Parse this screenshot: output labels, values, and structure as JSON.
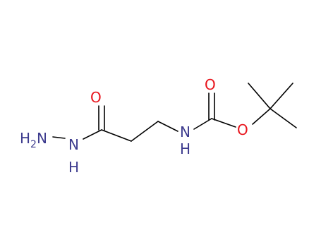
{
  "colors": {
    "background": "#ffffff",
    "bond": "#000000",
    "nitrogen": "#3d3b8e",
    "oxygen": "#e8141c"
  },
  "atoms": {
    "hydrazide_nh2_h": "H",
    "hydrazide_nh2_sub": "2",
    "hydrazide_nh2_n": "N",
    "hydrazide_nh_n": "N",
    "hydrazide_nh_h": "H",
    "carbonyl_o_1": "O",
    "carbamate_n": "N",
    "carbamate_h": "H",
    "carbonyl_o_2": "O",
    "ester_o": "O"
  }
}
